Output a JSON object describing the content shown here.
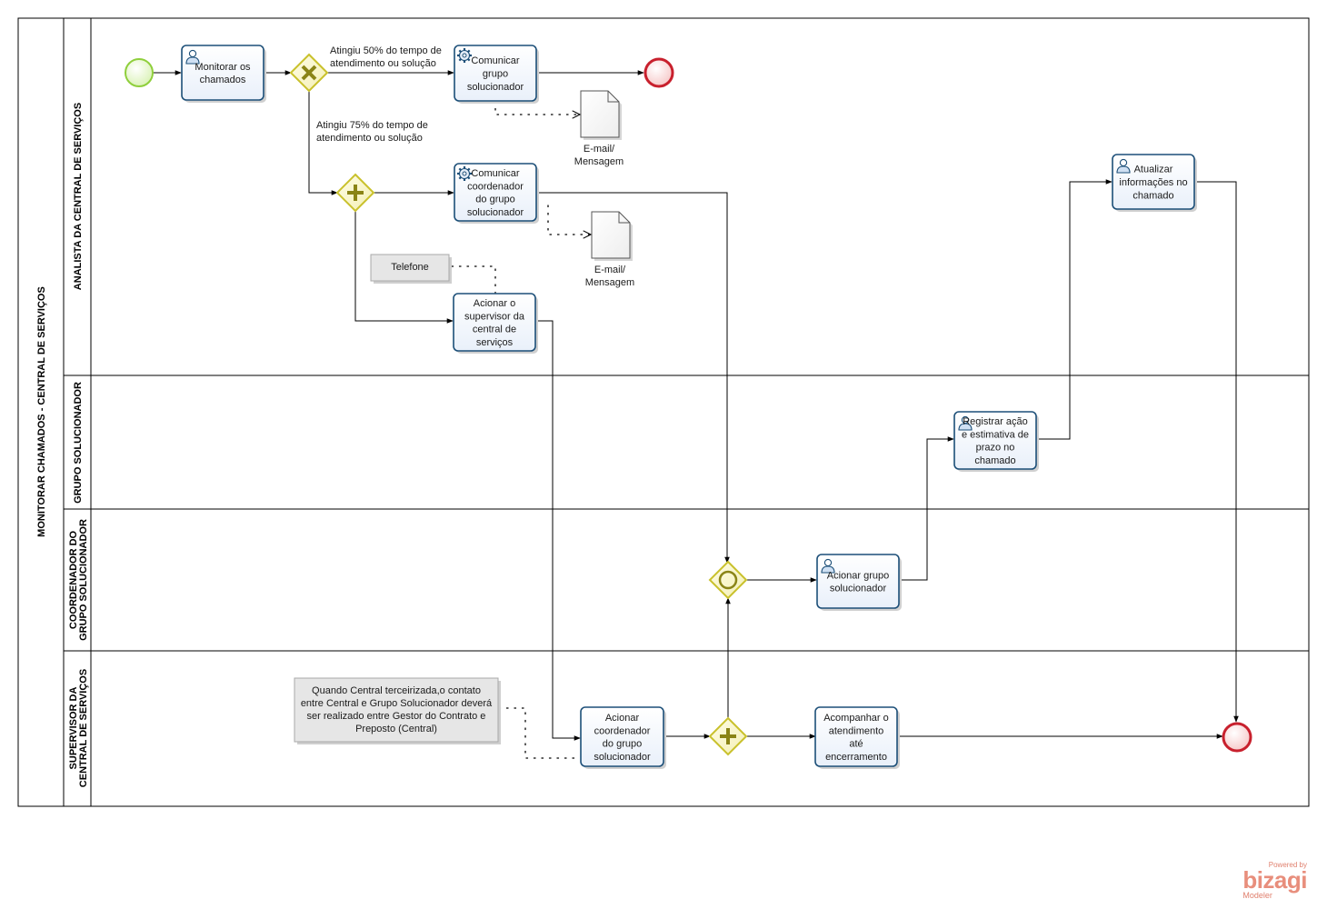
{
  "pool": {
    "title": "MONITORAR CHAMADOS - CENTRAL DE SERVIÇOS"
  },
  "lanes": [
    {
      "id": "analista",
      "lines": [
        "ANALISTA DA CENTRAL DE SERVIÇOS"
      ]
    },
    {
      "id": "grupo",
      "lines": [
        "GRUPO SOLUCIONADOR"
      ]
    },
    {
      "id": "coord",
      "lines": [
        "COORDENADOR DO",
        "GRUPO SOLUCIONADOR"
      ]
    },
    {
      "id": "super",
      "lines": [
        "SUPERVISOR DA",
        "CENTRAL DE SERVIÇOS"
      ]
    }
  ],
  "tasks": {
    "monitorar": {
      "lines": [
        "Monitorar os",
        "chamados"
      ],
      "icon": "user-task-icon"
    },
    "comunicar_grupo": {
      "lines": [
        "Comunicar",
        "grupo",
        "solucionador"
      ],
      "icon": "service-task-icon"
    },
    "comunicar_coord": {
      "lines": [
        "Comunicar",
        "coordenador",
        "do grupo",
        "solucionador"
      ],
      "icon": "service-task-icon"
    },
    "acionar_supervisor": {
      "lines": [
        "Acionar o",
        "supervisor  da",
        "central de",
        "serviços"
      ],
      "icon": ""
    },
    "atualizar": {
      "lines": [
        "Atualizar",
        "informações no",
        "chamado"
      ],
      "icon": "user-task-icon"
    },
    "registrar": {
      "lines": [
        "Registrar ação",
        "e estimativa de",
        "prazo no",
        "chamado"
      ],
      "icon": "user-task-icon"
    },
    "acionar_grupo": {
      "lines": [
        "Acionar grupo",
        "solucionador"
      ],
      "icon": "user-task-icon"
    },
    "acionar_coord": {
      "lines": [
        "Acionar",
        "coordenador",
        "do grupo",
        "solucionador"
      ],
      "icon": ""
    },
    "acompanhar": {
      "lines": [
        "Acompanhar o",
        "atendimento",
        "até",
        "encerramento"
      ],
      "icon": ""
    }
  },
  "conditions": {
    "c50": [
      "Atingiu 50% do tempo de",
      "atendimento ou solução"
    ],
    "c75": [
      "Atingiu 75% do tempo de",
      "atendimento ou solução"
    ]
  },
  "artifacts": {
    "doc1": [
      "E-mail/",
      "Mensagem"
    ],
    "doc2": [
      "E-mail/",
      "Mensagem"
    ],
    "telefone": "Telefone",
    "nota": [
      "Quando Central terceirizada,o contato",
      "entre Central e Grupo Solucionador deverá",
      "ser realizado entre Gestor do Contrato e",
      "Preposto (Central)"
    ]
  },
  "colors": {
    "start": "#8fcf3c",
    "end": "#c8202d",
    "gateway": "#c9c12c",
    "task_border": "#1c4f78"
  },
  "brand": {
    "top": "Powered by",
    "name": "bizagi",
    "sub": "Modeler"
  }
}
